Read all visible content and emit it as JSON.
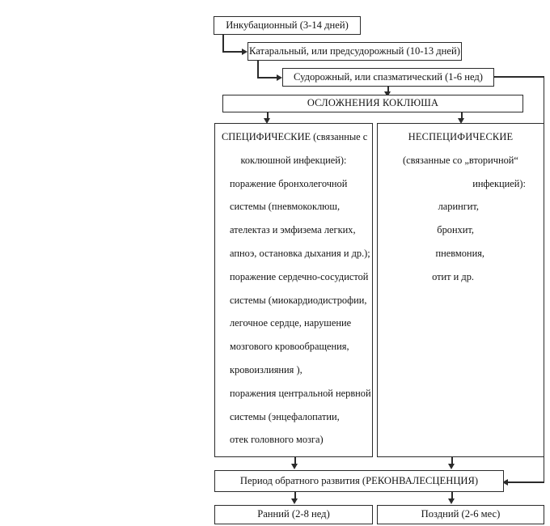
{
  "diagram": {
    "type": "flowchart",
    "title_node": "ОСЛОЖНЕНИЯ КОКЛЮША",
    "stages": [
      {
        "id": "incubation",
        "label": "Инкубационный (3-14 дней)"
      },
      {
        "id": "catarrhal",
        "label": "Катаральный, или предсудорожный (10-13 дней)"
      },
      {
        "id": "spasmodic",
        "label": "Судорожный, или спазматический (1-6 нед)"
      }
    ],
    "complications_header": "ОСЛОЖНЕНИЯ КОКЛЮША",
    "specific": {
      "lines": [
        "СПЕЦИФИЧЕСКИЕ (связанные с",
        "коклюшной инфекцией):",
        "поражение бронхолегочной",
        "системы (пневмококлюш,",
        "ателектаз и эмфизема легких,",
        "апноэ, остановка дыхания и др.);",
        "поражение сердечно-сосудистой",
        "системы (миокардиодистрофии,",
        "легочное сердце, нарушение",
        "мозгового кровообращения,",
        "кровоизлияния ),",
        "поражения центральной нервной",
        "системы (энцефалопатии,",
        "отек головного мозга)"
      ]
    },
    "nonspecific": {
      "lines": [
        "НЕСПЕЦИФИЧЕСКИЕ",
        "(связанные со „вторичной“",
        "инфекцией):",
        "ларингит,",
        "бронхит,",
        "пневмония,",
        "отит и др."
      ]
    },
    "recovery": {
      "label": "Период обратного развития (РЕКОНВАЛЕСЦЕНЦИЯ)"
    },
    "recovery_phases": [
      {
        "id": "early",
        "label": "Ранний (2-8 нед)"
      },
      {
        "id": "late",
        "label": "Поздний (2-6 мес)"
      }
    ],
    "colors": {
      "stroke": "#2b2b2b",
      "background": "#ffffff",
      "text": "#141414"
    }
  }
}
